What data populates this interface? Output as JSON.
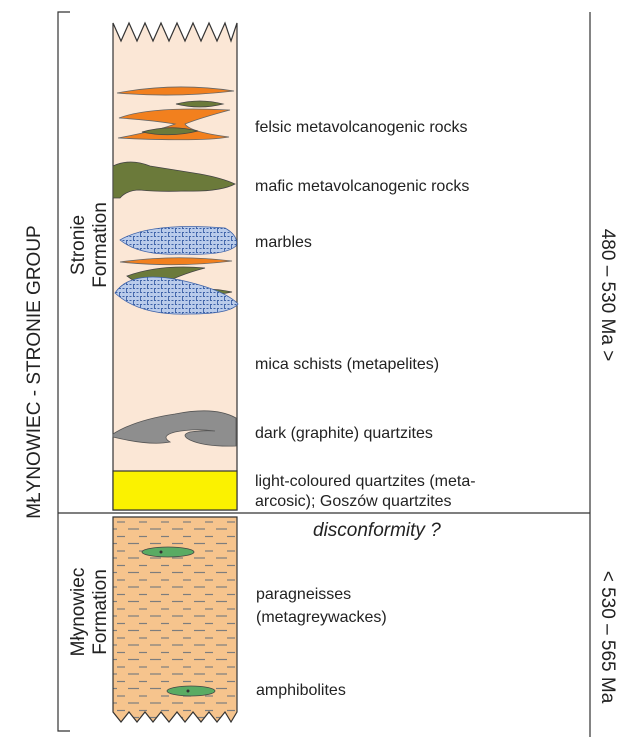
{
  "group_label": "MŁYNOWIEC - STRONIE GROUP",
  "formations": {
    "upper": {
      "line1": "Stronie",
      "line2": "Formation"
    },
    "lower": {
      "line1": "Młynowiec",
      "line2": "Formation"
    }
  },
  "ages": {
    "upper": "480 – 530 Ma >",
    "lower": "< 530 – 565 Ma"
  },
  "unconformity_label": "disconformity ?",
  "lithologies": {
    "felsic": "felsic metavolcanogenic rocks",
    "mafic": "mafic metavolcanogenic rocks",
    "marbles": "marbles",
    "mica": "mica schists (metapelites)",
    "graphite": "dark (graphite) quartzites",
    "light_q_1": "light-coloured quartzites (meta-",
    "light_q_2": "arcosic); Goszów quartzites",
    "paragneiss_1": "paragneisses",
    "paragneiss_2": "(metagreywackes)",
    "amphibolites": "amphibolites"
  },
  "colors": {
    "upper_column": "#fbe7d6",
    "lower_column": "#f6c48d",
    "felsic": "#f2801e",
    "mafic": "#6b7a3a",
    "marble": "#b9cbea",
    "marble_brick": "#3d62a8",
    "graphite_quartzite": "#8e8e8e",
    "light_quartzite": "#fbf200",
    "amphibolite": "#5aab63"
  }
}
